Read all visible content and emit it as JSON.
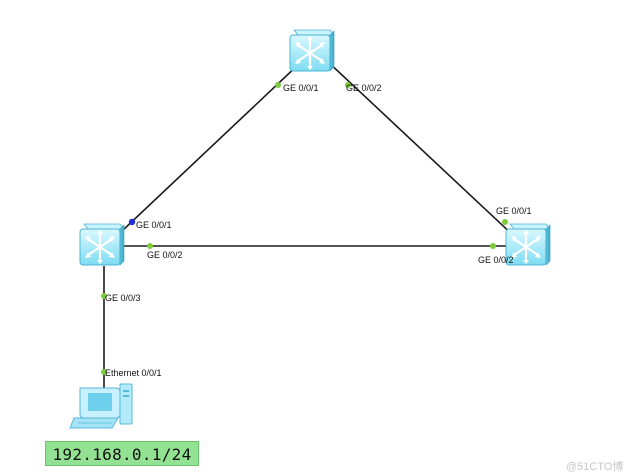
{
  "devices": [
    {
      "id": "sw-top",
      "type": "switch"
    },
    {
      "id": "sw-left",
      "type": "switch"
    },
    {
      "id": "sw-right",
      "type": "switch"
    },
    {
      "id": "pc",
      "type": "pc"
    }
  ],
  "ports": {
    "top_ge001": "GE 0/0/1",
    "top_ge002": "GE 0/0/2",
    "left_ge001": "GE 0/0/1",
    "left_ge002": "GE 0/0/2",
    "left_ge003": "GE 0/0/3",
    "right_ge001": "GE 0/0/1",
    "right_ge002": "GE 0/0/2",
    "pc_eth001": "Ethernet 0/0/1"
  },
  "pc_ip": "192.168.0.1/24",
  "watermark": "@51CTO博",
  "colors": {
    "link": "#1a1a1a",
    "port_up": "#7ccc3c",
    "port_blocked": "#1e2fd6",
    "switch_face": "#a8ecfa",
    "ip_badge": "#93e193"
  }
}
